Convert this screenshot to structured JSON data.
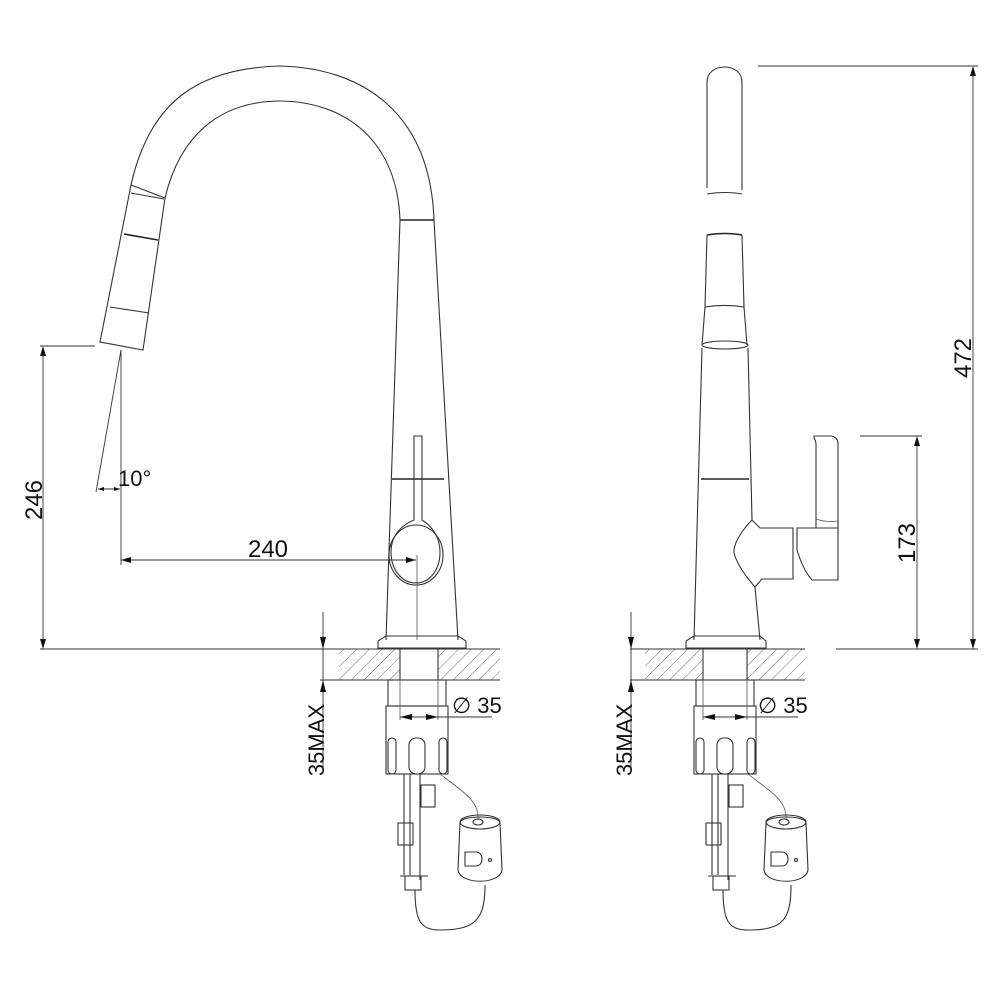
{
  "drawing": {
    "subject": "Pull-out kitchen faucet technical drawing",
    "front_view": {
      "dimensions": {
        "spout_height": "246",
        "reach": "240",
        "spray_angle": "10°",
        "deck_thickness": "35MAX",
        "mount_diameter": "∅ 35"
      }
    },
    "side_view": {
      "dimensions": {
        "overall_height": "472",
        "handle_height": "173",
        "deck_thickness": "35MAX",
        "mount_diameter": "∅ 35"
      }
    },
    "colors": {
      "line": "#333333",
      "background": "#ffffff"
    }
  }
}
